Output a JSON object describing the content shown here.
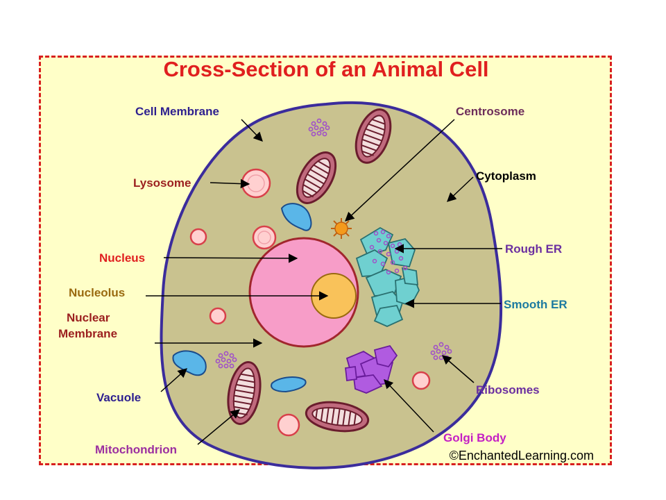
{
  "title": "Cross-Section of an Animal Cell",
  "credit": "©EnchantedLearning.com",
  "colors": {
    "frame_background": "#ffffc8",
    "frame_border": "#d81f1f",
    "cytoplasm": "#c9c28f",
    "cell_membrane": "#3b2c9c",
    "nucleus": "#f79dc8",
    "nucleus_membrane": "#a1262d",
    "nucleolus": "#f9c25a",
    "mitochondrion": "#c06a7d",
    "lysosome": "#ffd0d0",
    "vacuole": "#5ab6e8",
    "rough_er": "#6fd0d0",
    "golgi": "#b05be0",
    "ribosome": "#a050c8",
    "centrosome": "#f49a1c"
  },
  "labels": {
    "cell_membrane": "Cell Membrane",
    "centrosome": "Centrosome",
    "lysosome": "Lysosome",
    "cytoplasm": "Cytoplasm",
    "nucleus": "Nucleus",
    "rough_er": "Rough ER",
    "nucleolus": "Nucleolus",
    "smooth_er": "Smooth ER",
    "nuclear_membrane_line1": "Nuclear",
    "nuclear_membrane_line2": "Membrane",
    "vacuole": "Vacuole",
    "ribosomes": "Ribosomes",
    "golgi_body": "Golgi Body",
    "mitochondrion": "Mitochondrion"
  },
  "label_colors": {
    "cell_membrane": "#2d1f8f",
    "centrosome": "#6d2d5a",
    "lysosome": "#9b1f1f",
    "cytoplasm": "#000000",
    "nucleus": "#e01f1f",
    "rough_er": "#6b2fa0",
    "nucleolus": "#9a6a10",
    "smooth_er": "#1d7aa0",
    "nuclear_membrane": "#9b1f1f",
    "vacuole": "#2d1f8f",
    "ribosomes": "#6b2fa0",
    "golgi_body": "#c41fc4",
    "mitochondrion": "#9b2fa0"
  }
}
